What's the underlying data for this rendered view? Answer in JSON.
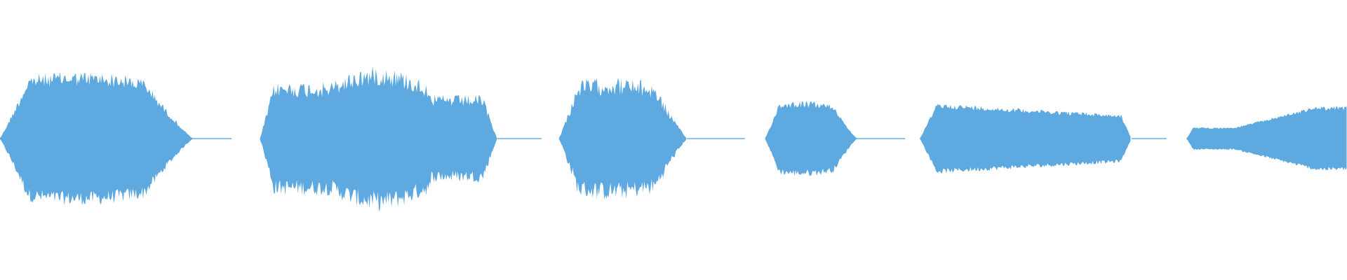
{
  "waveform": {
    "color": "#5ea9e0",
    "background": "#ffffff",
    "duration_fraction_segments": [
      {
        "start": 0.0,
        "end": 0.143,
        "peak": 0.48,
        "shape": "rise-fall",
        "jitter": 0.22
      },
      {
        "start": 0.193,
        "end": 0.369,
        "peak": 0.52,
        "shape": "plateau-bump",
        "jitter": 0.28
      },
      {
        "start": 0.415,
        "end": 0.51,
        "peak": 0.44,
        "shape": "rise-fall",
        "jitter": 0.3
      },
      {
        "start": 0.568,
        "end": 0.636,
        "peak": 0.27,
        "shape": "rise-fall",
        "jitter": 0.18
      },
      {
        "start": 0.683,
        "end": 0.84,
        "peak": 0.26,
        "shape": "plateau",
        "jitter": 0.15
      },
      {
        "start": 0.881,
        "end": 1.0,
        "peak": 0.23,
        "shape": "ramp-up",
        "jitter": 0.12
      }
    ],
    "silence_gaps": [
      {
        "start": 0.143,
        "end": 0.172
      },
      {
        "start": 0.369,
        "end": 0.402
      },
      {
        "start": 0.51,
        "end": 0.553
      },
      {
        "start": 0.636,
        "end": 0.672
      },
      {
        "start": 0.84,
        "end": 0.866
      }
    ]
  }
}
